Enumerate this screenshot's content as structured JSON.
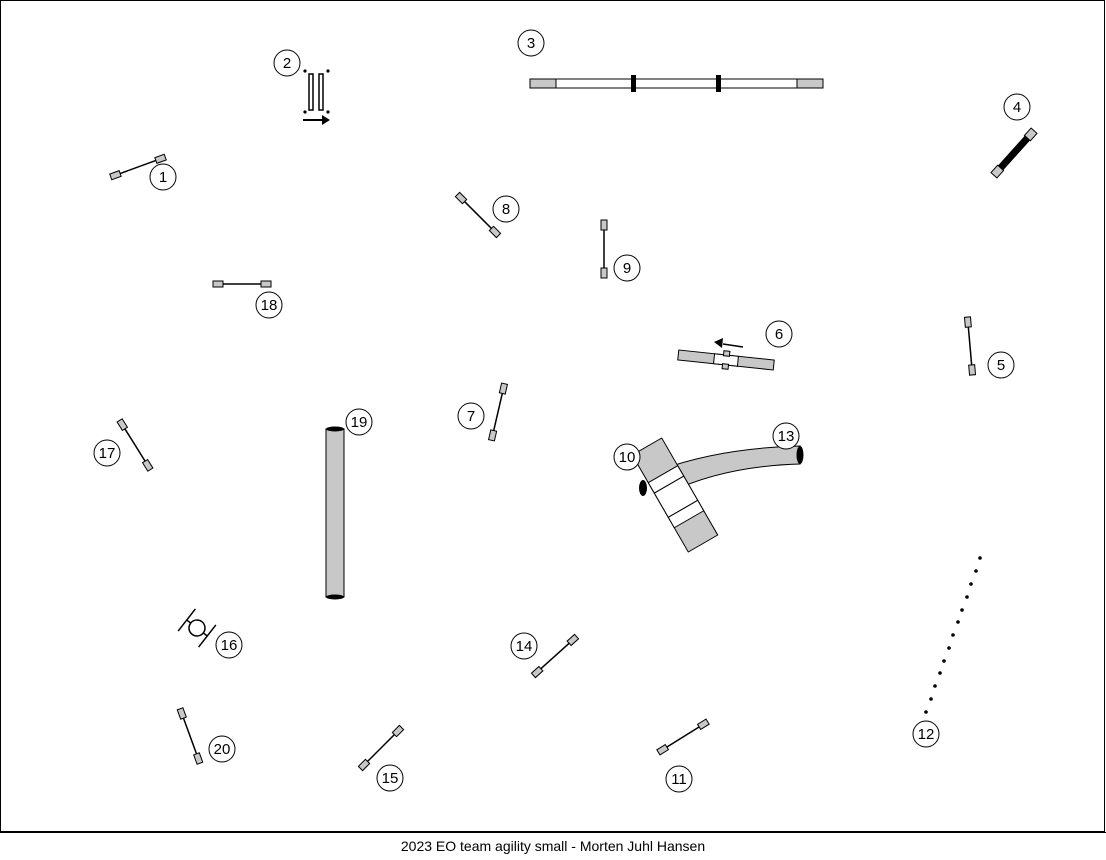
{
  "caption": "2023 EO team agility small - Morten Juhl Hansen",
  "colors": {
    "fill": "#c8c8c8",
    "stroke": "#000000",
    "background": "#ffffff"
  },
  "obstacles": [
    {
      "n": "1",
      "type": "jump"
    },
    {
      "n": "2",
      "type": "double-jump"
    },
    {
      "n": "3",
      "type": "dog-walk"
    },
    {
      "n": "4",
      "type": "jump"
    },
    {
      "n": "5",
      "type": "jump"
    },
    {
      "n": "6",
      "type": "seesaw"
    },
    {
      "n": "7",
      "type": "jump"
    },
    {
      "n": "8",
      "type": "jump"
    },
    {
      "n": "9",
      "type": "jump"
    },
    {
      "n": "10",
      "type": "a-frame"
    },
    {
      "n": "11",
      "type": "jump"
    },
    {
      "n": "12",
      "type": "weave-poles"
    },
    {
      "n": "13",
      "type": "tunnel"
    },
    {
      "n": "14",
      "type": "jump"
    },
    {
      "n": "15",
      "type": "jump"
    },
    {
      "n": "16",
      "type": "tyre"
    },
    {
      "n": "17",
      "type": "jump"
    },
    {
      "n": "18",
      "type": "jump"
    },
    {
      "n": "19",
      "type": "tunnel"
    },
    {
      "n": "20",
      "type": "jump"
    }
  ]
}
